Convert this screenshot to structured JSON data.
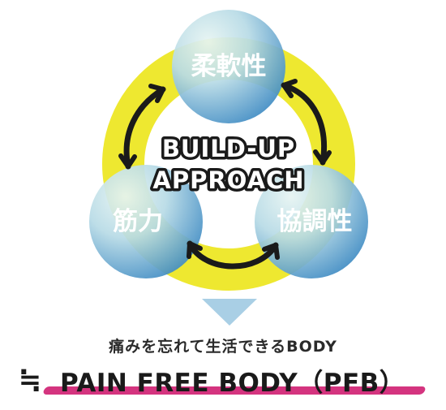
{
  "diagram": {
    "nodes": [
      {
        "id": "flexibility",
        "label": "柔軟性"
      },
      {
        "id": "coordination",
        "label": "協調性"
      },
      {
        "id": "strength",
        "label": "筋力"
      }
    ],
    "center_lines": [
      "BUILD-UP",
      "APPROACH"
    ],
    "colors": {
      "ring": "#eee830",
      "circle_light": "#dcefee",
      "circle_dark": "#4b93c6",
      "arrow": "#1a1a1a",
      "result_down_arrow": "#a9cfe5",
      "underline": "#d4347f"
    }
  },
  "result": {
    "tagline": "痛みを忘れて生活できるBODY",
    "approx_symbol": "≒",
    "title": "PAIN FREE BODY（PFB）"
  }
}
